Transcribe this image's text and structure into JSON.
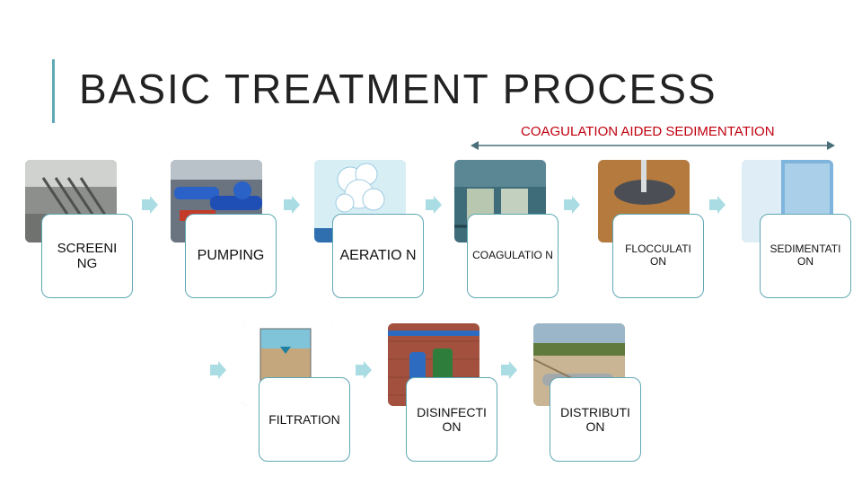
{
  "title": "BASIC TREATMENT PROCESS",
  "bracket": {
    "label": "COAGULATION AIDED SEDIMENTATION",
    "color": "#c0000f"
  },
  "colors": {
    "accent": "#5fa8b5",
    "arrow": "#a9dce3"
  },
  "steps": [
    {
      "label": "SCREENI NG",
      "icon": "screening-photo"
    },
    {
      "label": "PUMPING",
      "icon": "pumping-photo"
    },
    {
      "label": "AERATIO N",
      "icon": "aeration-photo"
    },
    {
      "label": "COAGULATIO N",
      "icon": "coagulation-photo"
    },
    {
      "label": "FLOCCULATI ON",
      "icon": "flocculation-photo"
    },
    {
      "label": "SEDIMENTATI ON",
      "icon": "sedimentation-photo"
    },
    {
      "label": "FILTRATION",
      "icon": "filtration-diagram"
    },
    {
      "label": "DISINFECTI ON",
      "icon": "disinfection-photo"
    },
    {
      "label": "DISTRIBUTI ON",
      "icon": "distribution-photo"
    }
  ]
}
